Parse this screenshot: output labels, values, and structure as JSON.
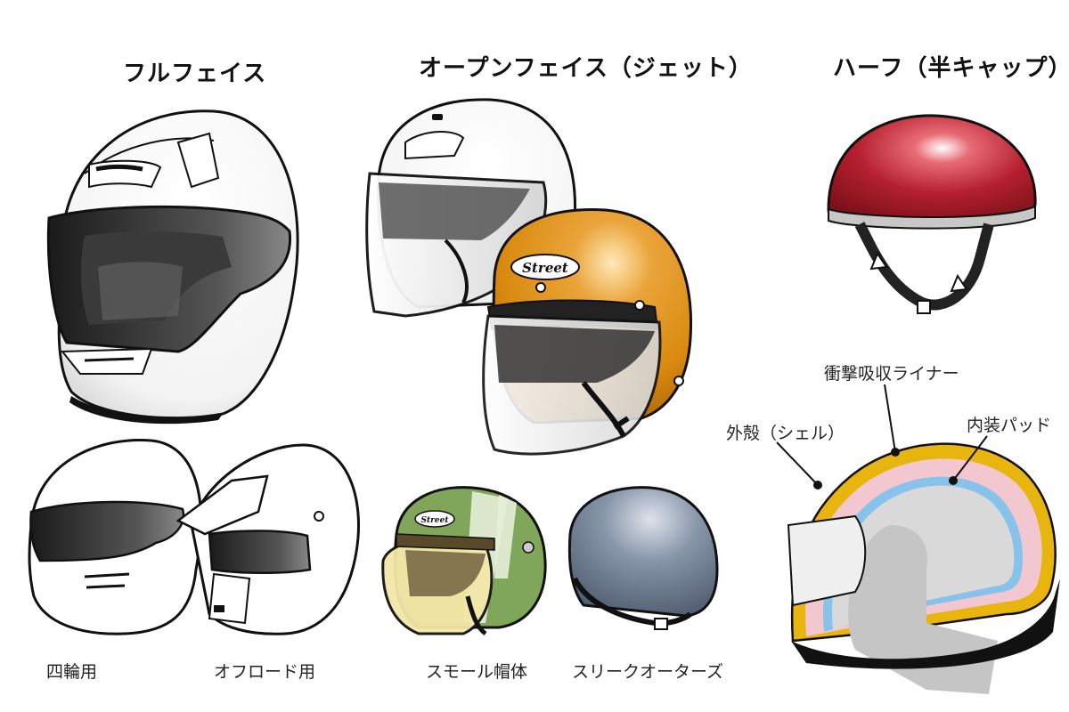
{
  "headings": {
    "full_face": "フルフェイス",
    "open_face": "オープンフェイス（ジェット）",
    "half": "ハーフ（半キャップ）"
  },
  "captions": {
    "four_wheel": "四輪用",
    "offroad": "オフロード用",
    "small_body": "スモール帽体",
    "sleek_quarter": "スリークオーターズ"
  },
  "badges": {
    "street": "Street"
  },
  "cross_section": {
    "shell": "外殻（シェル）",
    "liner": "衝撃吸収ライナー",
    "pad": "内装パッド"
  },
  "colors": {
    "orange_helmet": "#d98a0e",
    "red_helmet": "#b5202e",
    "green_helmet": "#7fa659",
    "cream_helmet": "#f3e7a8",
    "slate_helmet": "#6f7e94",
    "shell_yellow": "#e8b40e",
    "liner_pink": "#f2c7cf",
    "pad_blue": "#86c2ea"
  }
}
